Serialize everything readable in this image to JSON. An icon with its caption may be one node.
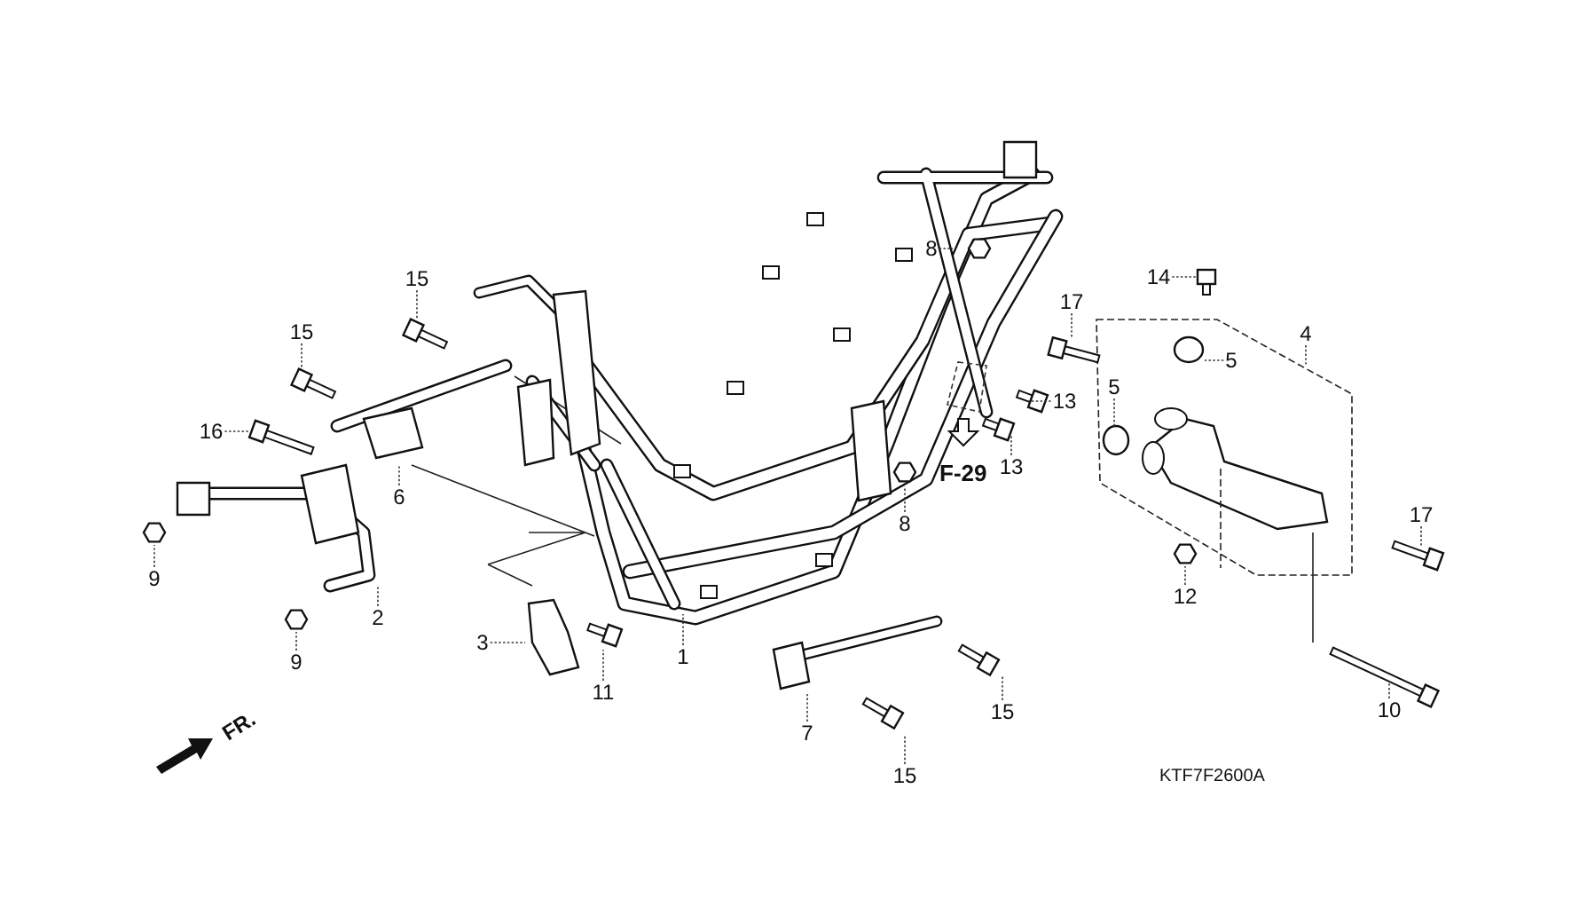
{
  "diagram": {
    "nodes": [
      {
        "text": [
          "8"
        ]
      },
      {
        "text": [
          "14"
        ]
      },
      {
        "text": [
          "15"
        ]
      },
      {
        "text": [
          "17"
        ]
      },
      {
        "text": [
          "15"
        ]
      },
      {
        "text": [
          "4"
        ]
      },
      {
        "text": [
          "5"
        ]
      },
      {
        "text": [
          "5"
        ]
      },
      {
        "text": [
          "13"
        ]
      },
      {
        "text": [
          "16"
        ]
      },
      {
        "text": [
          "13"
        ]
      },
      {
        "text": [
          "6"
        ]
      },
      {
        "text": [
          "17"
        ]
      },
      {
        "text": [
          "8"
        ]
      },
      {
        "text": [
          "9"
        ]
      },
      {
        "text": [
          "12"
        ]
      },
      {
        "text": [
          "2"
        ]
      },
      {
        "text": [
          "3"
        ]
      },
      {
        "text": [
          "1"
        ]
      },
      {
        "text": [
          "9"
        ]
      },
      {
        "text": [
          "11"
        ]
      },
      {
        "text": [
          "10"
        ]
      },
      {
        "text": [
          "15"
        ]
      },
      {
        "text": [
          "7"
        ]
      },
      {
        "text": [
          "15"
        ]
      }
    ],
    "edges": [
      {
        "from": 0,
        "to": null,
        "arrow": "none"
      },
      {
        "from": 1,
        "to": null,
        "arrow": "none"
      },
      {
        "from": 2,
        "to": null,
        "arrow": "none"
      },
      {
        "from": 3,
        "to": null,
        "arrow": "none"
      },
      {
        "from": 4,
        "to": null,
        "arrow": "none"
      },
      {
        "from": 5,
        "to": null,
        "arrow": "none"
      },
      {
        "from": 6,
        "to": null,
        "arrow": "none"
      },
      {
        "from": 7,
        "to": null,
        "arrow": "none"
      },
      {
        "from": 8,
        "to": null,
        "arrow": "none"
      },
      {
        "from": 9,
        "to": null,
        "arrow": "none"
      },
      {
        "from": 10,
        "to": null,
        "arrow": "none"
      },
      {
        "from": 11,
        "to": null,
        "arrow": "none"
      },
      {
        "from": 12,
        "to": null,
        "arrow": "none"
      },
      {
        "from": 13,
        "to": null,
        "arrow": "none"
      },
      {
        "from": 14,
        "to": null,
        "arrow": "none"
      },
      {
        "from": 15,
        "to": null,
        "arrow": "none"
      },
      {
        "from": 16,
        "to": null,
        "arrow": "none"
      },
      {
        "from": 17,
        "to": null,
        "arrow": "none"
      },
      {
        "from": 18,
        "to": null,
        "arrow": "none"
      },
      {
        "from": 19,
        "to": null,
        "arrow": "none"
      },
      {
        "from": 20,
        "to": null,
        "arrow": "none"
      },
      {
        "from": 21,
        "to": null,
        "arrow": "none"
      },
      {
        "from": 22,
        "to": null,
        "arrow": "none"
      },
      {
        "from": 23,
        "to": null,
        "arrow": "none"
      },
      {
        "from": 24,
        "to": null,
        "arrow": "none"
      }
    ],
    "labels": [
      "F-29",
      "FR.",
      "KTF7F2600A"
    ]
  }
}
